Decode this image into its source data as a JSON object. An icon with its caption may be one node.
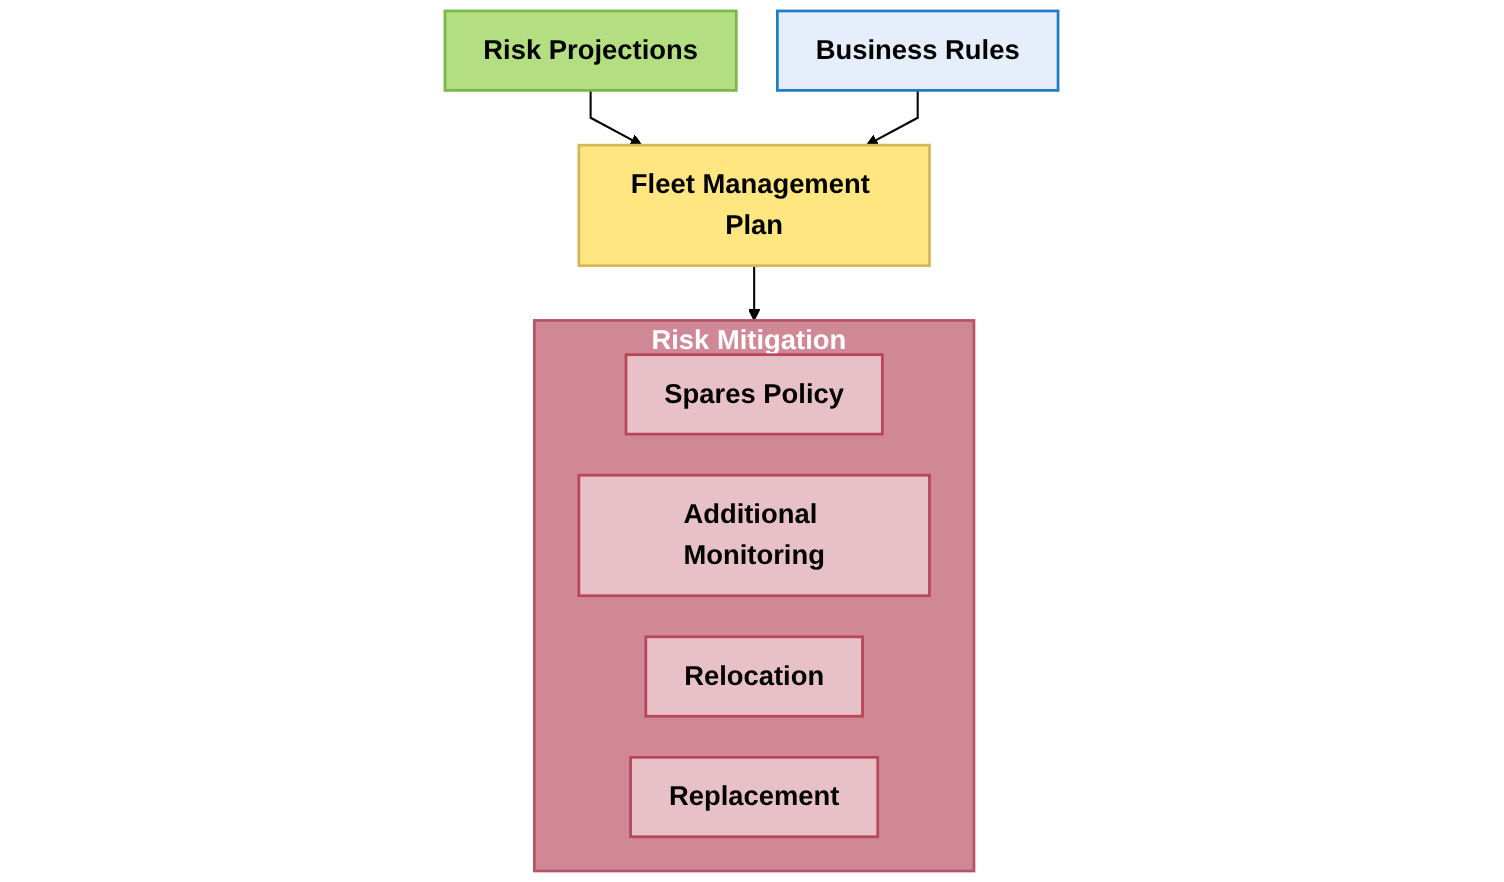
{
  "diagram": {
    "nodes": [
      {
        "text": [
          "Risk Projections"
        ]
      },
      {
        "text": [
          "Fleet Management Plan"
        ]
      },
      {
        "text": [
          "Business Rules"
        ]
      },
      {
        "text": [
          "Risk Mitigation"
        ]
      },
      {
        "text": [
          "Spares Policy"
        ],
        "in": 3
      },
      {
        "text": [
          "Additional Monitoring"
        ],
        "in": 3
      },
      {
        "text": [
          "Relocation"
        ],
        "in": 3
      },
      {
        "text": [
          "Replacement"
        ],
        "in": 3
      }
    ],
    "edges": [
      {
        "from": 0,
        "to": 1,
        "arrow": "to"
      },
      {
        "from": 2,
        "to": 1,
        "arrow": "to"
      },
      {
        "from": 1,
        "to": 3,
        "arrow": "to"
      }
    ]
  }
}
